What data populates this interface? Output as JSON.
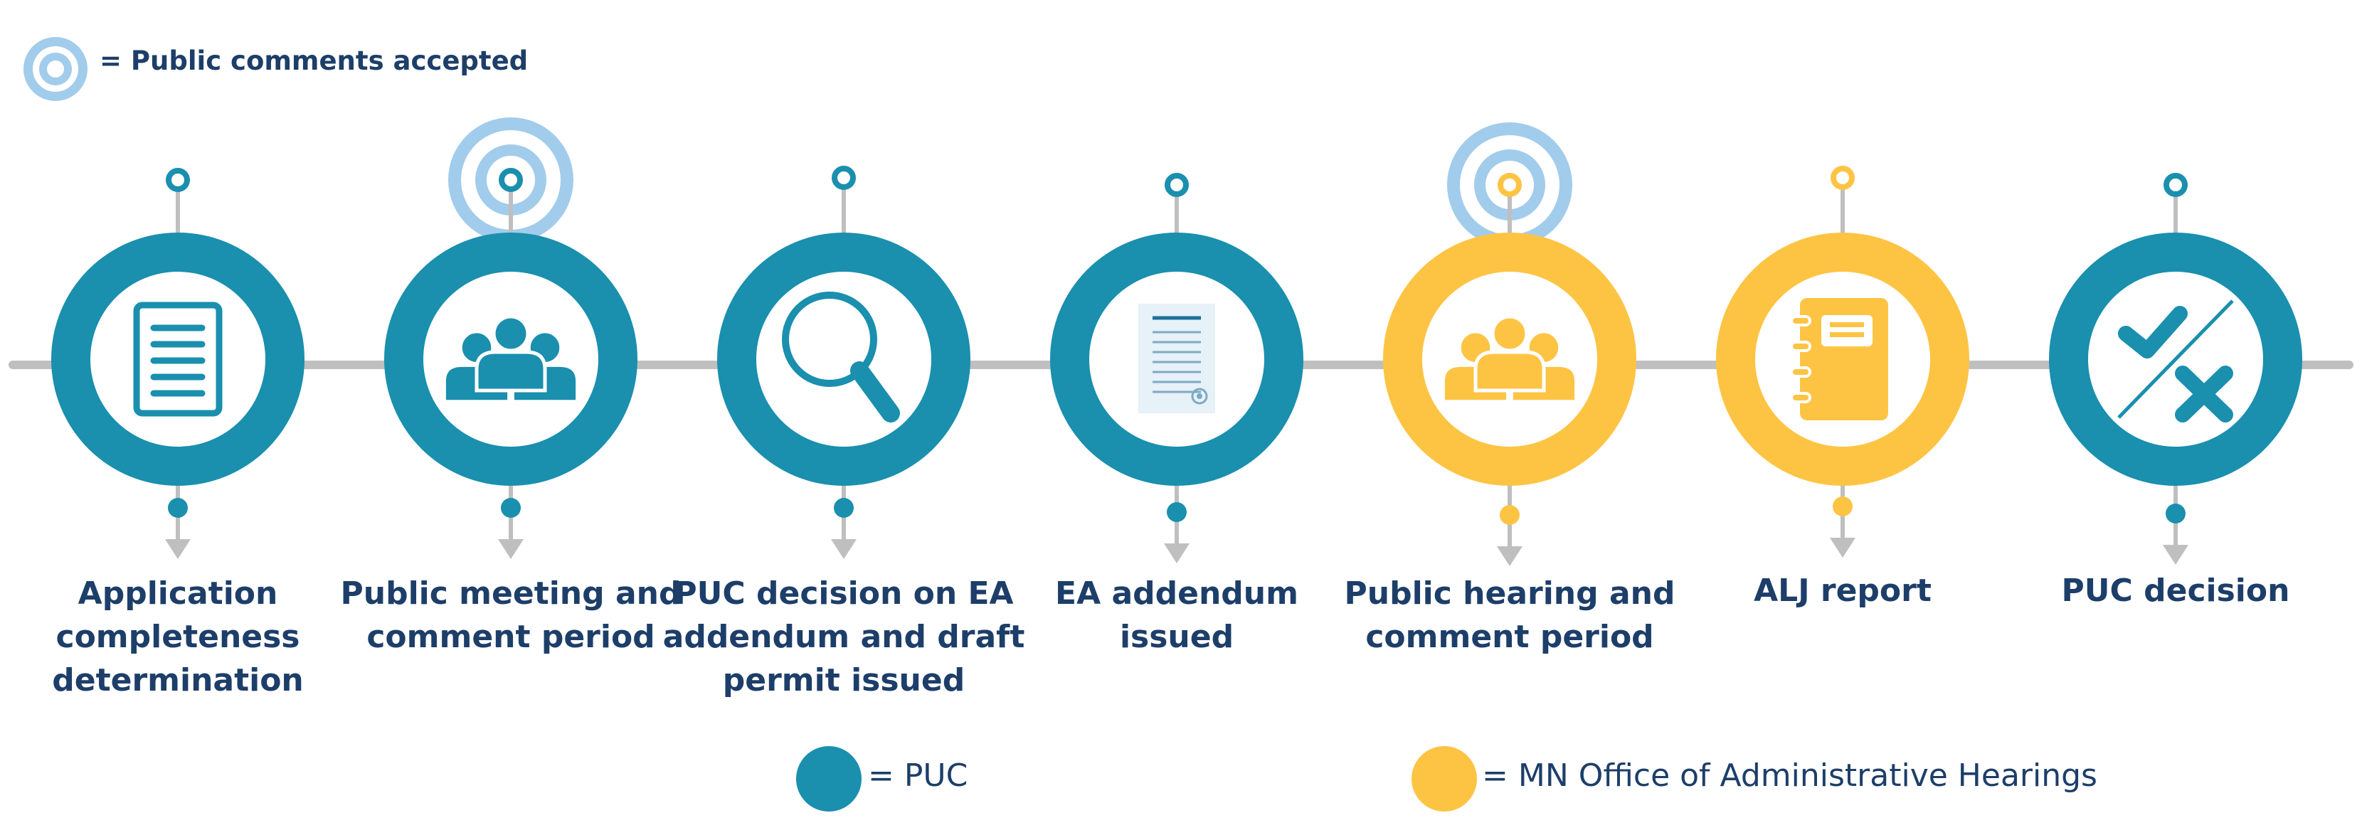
{
  "legend": {
    "public_comments": "= Public comments accepted",
    "puc": "= PUC",
    "oah": "= MN Office of Administrative Hearings"
  },
  "colors": {
    "puc": "#1a8fae",
    "oah": "#fdc444",
    "target_ring": "#a2cceb",
    "line": "#bfbfbf",
    "text": "#1d3e69"
  },
  "steps": [
    {
      "id": "application",
      "label": "Application\ncompleteness\ndetermination",
      "agency": "puc",
      "icon": "document-icon",
      "public_comments": false
    },
    {
      "id": "public-meeting",
      "label": "Public meeting and\ncomment period",
      "agency": "puc",
      "icon": "people-icon",
      "public_comments": true
    },
    {
      "id": "puc-decision-ea",
      "label": "PUC decision on EA\naddendum and draft\npermit issued",
      "agency": "puc",
      "icon": "magnifier-icon",
      "public_comments": false
    },
    {
      "id": "ea-addendum",
      "label": "EA addendum\nissued",
      "agency": "puc",
      "icon": "certificate-icon",
      "public_comments": false
    },
    {
      "id": "public-hearing",
      "label": "Public hearing and\ncomment period",
      "agency": "oah",
      "icon": "people-icon",
      "public_comments": true
    },
    {
      "id": "alj-report",
      "label": "ALJ report",
      "agency": "oah",
      "icon": "notebook-icon",
      "public_comments": false
    },
    {
      "id": "puc-decision",
      "label": "PUC decision",
      "agency": "puc",
      "icon": "check-x-icon",
      "public_comments": false
    }
  ]
}
